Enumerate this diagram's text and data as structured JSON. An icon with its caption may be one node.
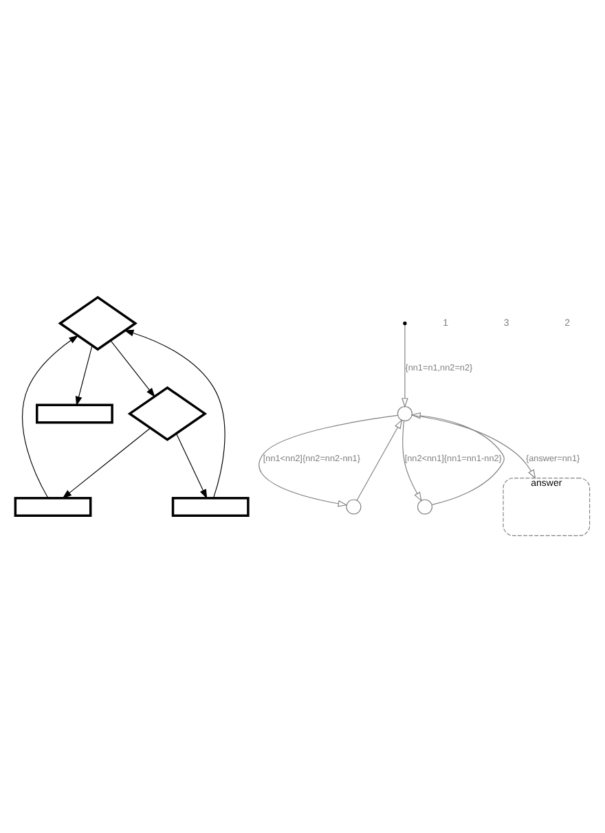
{
  "diagram": {
    "nodes": [
      {
        "text": [],
        "shape": "diamond"
      },
      {
        "text": [],
        "shape": "diamond"
      },
      {
        "text": [],
        "shape": "box"
      },
      {
        "text": [],
        "shape": "box"
      },
      {
        "text": [],
        "shape": "box"
      },
      {
        "text": [],
        "shape": "circle"
      },
      {
        "text": [],
        "shape": "circle"
      },
      {
        "text": [],
        "shape": "circle"
      },
      {
        "text": [
          "answer"
        ]
      }
    ],
    "edges": [
      {
        "from": 3,
        "to": 0,
        "arrow": "to"
      },
      {
        "from": 4,
        "to": 0,
        "arrow": "to"
      },
      {
        "from": 0,
        "to": 2,
        "arrow": "to"
      },
      {
        "from": 0,
        "to": 1,
        "arrow": "to"
      },
      {
        "from": 1,
        "to": 3,
        "arrow": "to"
      },
      {
        "from": 1,
        "to": 4,
        "arrow": "to"
      },
      {
        "from": null,
        "to": 5,
        "arrow": "to",
        "label": "{nn1=n1,nn2=n2}",
        "color": "#808080"
      },
      {
        "from": 5,
        "to": 6,
        "arrow": "to",
        "label": "[nn1<nn2]{nn2=nn2-nn1}",
        "color": "#808080"
      },
      {
        "from": 6,
        "to": 5,
        "arrow": "to",
        "color": "#808080"
      },
      {
        "from": 5,
        "to": 8,
        "arrow": "to",
        "label": "{answer=nn1}",
        "color": "#808080"
      },
      {
        "from": 5,
        "to": 7,
        "arrow": "to",
        "label": "[nn2<nn1]{nn1=nn1-nn2}",
        "color": "#808080"
      },
      {
        "from": 7,
        "to": 5,
        "arrow": "to",
        "color": "#808080"
      }
    ],
    "labels": [
      "1",
      "3",
      "2"
    ]
  }
}
